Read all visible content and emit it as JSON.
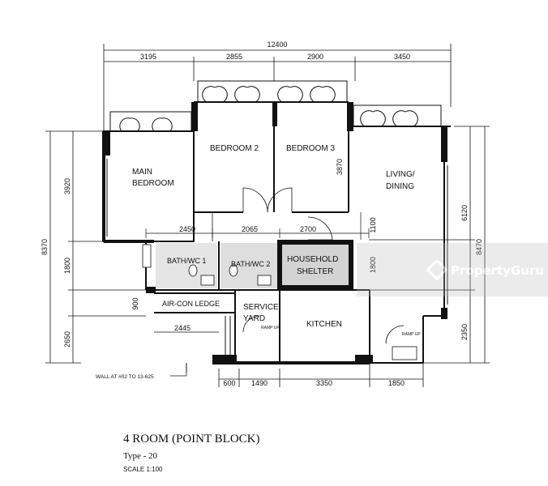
{
  "plan": {
    "total_width": "12400",
    "top_dims": [
      "3195",
      "2855",
      "2900",
      "3450"
    ],
    "left_total": "8370",
    "left_dims": [
      "3920",
      "1800",
      "900",
      "2650"
    ],
    "right_total": "8470",
    "right_dims": [
      "6120",
      "1800",
      "2350"
    ],
    "inner_dims": [
      "2450",
      "2065",
      "2700",
      "1100",
      "3870",
      "2445"
    ],
    "bottom_dims": [
      "600",
      "1490",
      "3350",
      "1850"
    ],
    "rooms": {
      "main_bedroom_1": "MAIN",
      "main_bedroom_2": "BEDROOM",
      "bedroom2": "BEDROOM 2",
      "bedroom3": "BEDROOM 3",
      "living_1": "LIVING/",
      "living_2": "DINING",
      "bath1": "BATH/WC 1",
      "bath2": "BATH/WC 2",
      "shelter_1": "HOUSEHOLD",
      "shelter_2": "SHELTER",
      "aircon": "AIR-CON LEDGE",
      "service_1": "SERVICE",
      "service_2": "YARD",
      "kitchen": "KITCHEN",
      "ramp_up": "RAMP UP"
    },
    "wall_note": "WALL AT #02 TO 13-625"
  },
  "title": {
    "main": "4 ROOM (POINT BLOCK)",
    "type": "Type - 20",
    "scale": "SCALE 1:100"
  },
  "watermark": "PropertyGuru"
}
